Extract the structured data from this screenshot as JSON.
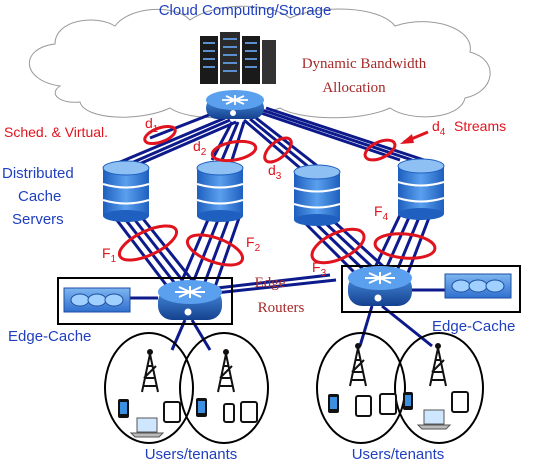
{
  "labels": {
    "cloud": "Cloud Computing/Storage",
    "dyn_line1": "Dynamic Bandwidth",
    "dyn_line2": "Allocation",
    "sched": "Sched. & Virtual.",
    "dist_line1": "Distributed",
    "dist_line2": "Cache",
    "dist_line3": "Servers",
    "edge_routers_line1": "Edge",
    "edge_routers_line2": "Routers",
    "edge_cache_left": "Edge-Cache",
    "edge_cache_right": "Edge-Cache",
    "users_left": "Users/tenants",
    "users_right": "Users/tenants",
    "streams": "Streams"
  },
  "flows": {
    "d1": {
      "base": "d",
      "sub": "1"
    },
    "d2": {
      "base": "d",
      "sub": "2"
    },
    "d3": {
      "base": "d",
      "sub": "3"
    },
    "d4": {
      "base": "d",
      "sub": "4"
    },
    "F1": {
      "base": "F",
      "sub": "1"
    },
    "F2": {
      "base": "F",
      "sub": "2"
    },
    "F3": {
      "base": "F",
      "sub": "3"
    },
    "F4": {
      "base": "F",
      "sub": "4"
    }
  },
  "colors": {
    "link": "#0d1a8c",
    "flow_ellipse": "#e0141e",
    "server_fill": "#2f6fcf",
    "router_fill": "#2a6db8",
    "cloud_stroke": "#9a9a9a"
  }
}
